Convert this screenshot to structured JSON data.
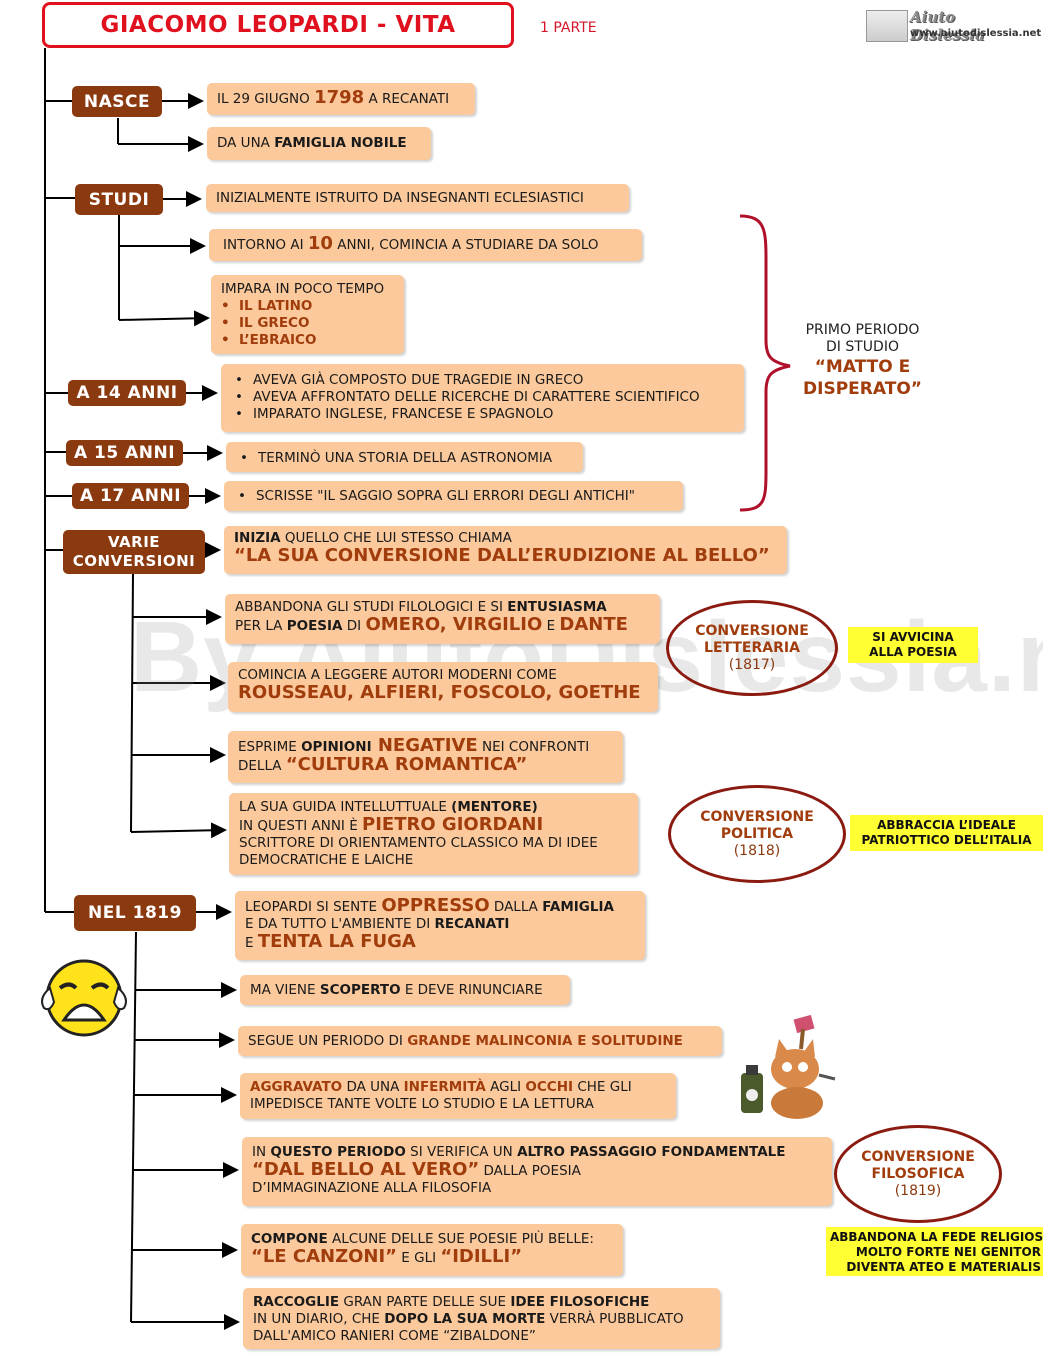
{
  "header": {
    "title": "GIACOMO LEOPARDI - VITA",
    "part": "1 PARTE"
  },
  "logo": {
    "name": "Aiuto Dislessia",
    "url": "www.aiutodislessia.net"
  },
  "watermark": "By AiutoDislessia.net",
  "categories": {
    "nasce": "NASCE",
    "studi": "STUDI",
    "a14": "A 14 ANNI",
    "a15": "A 15 ANNI",
    "a17": "A 17 ANNI",
    "varie1": "VARIE",
    "varie2": "CONVERSIONI",
    "nel1819": "NEL 1819"
  },
  "nasce": {
    "date_pre": "IL 29 GIUGNO ",
    "date_year": "1798",
    "date_post": " A RECANATI",
    "fam_pre": "DA UNA ",
    "fam_bold": "FAMIGLIA NOBILE"
  },
  "studi": {
    "s1": "INIZIALMENTE ISTRUITO DA INSEGNANTI ECLESIASTICI",
    "s2_pre": "INTORNO AI ",
    "s2_num": "10",
    "s2_post": " ANNI,  COMINCIA A STUDIARE DA SOLO",
    "s3_head": "IMPARA IN POCO TEMPO",
    "s3_items": [
      "IL LATINO",
      "IL GRECO",
      "L’EBRAICO"
    ]
  },
  "a14_items": [
    "AVEVA GIÀ COMPOSTO DUE TRAGEDIE IN GRECO",
    "AVEVA AFFRONTATO DELLE RICERCHE DI CARATTERE SCIENTIFICO",
    "IMPARATO INGLESE, FRANCESE E SPAGNOLO"
  ],
  "a15_item": "TERMINÒ UNA STORIA DELLA ASTRONOMIA",
  "a17_item": "SCRISSE  \"IL SAGGIO SOPRA GLI ERRORI DEGLI ANTICHI\"",
  "primo_periodo": {
    "l1": "PRIMO PERIODO",
    "l2": "DI STUDIO",
    "l3": "“MATTO E",
    "l4": "DISPERATO”"
  },
  "conversioni": {
    "inizia_b": "INIZIA",
    "inizia_t": " QUELLO CHE LUI STESSO CHIAMA",
    "inizia_big": "“LA SUA CONVERSIONE DALL’ERUDIZIONE AL BELLO”",
    "abb_1": "ABBANDONA GLI STUDI FILOLOGICI E SI ",
    "abb_1b": "ENTUSIASMA",
    "abb_2": "PER LA ",
    "abb_2b": "POESIA",
    "abb_2c": " DI ",
    "abb_2big": "OMERO, VIRGILIO",
    "abb_2d": " E ",
    "abb_2big2": "DANTE",
    "com_1": "COMINCIA A LEGGERE AUTORI MODERNI COME",
    "com_big": "ROUSSEAU, ALFIERI, FOSCOLO, GOETHE",
    "esp_1": "ESPRIME ",
    "esp_1b": "OPINIONI",
    "esp_1big": " NEGATIVE",
    "esp_1c": " NEI CONFRONTI",
    "esp_2": "DELLA ",
    "esp_2big": "“CULTURA ROMANTICA”",
    "gui_1": "LA SUA GUIDA INTELLUTTUALE ",
    "gui_1b": "(MENTORE)",
    "gui_2": "IN QUESTI ANNI È ",
    "gui_2big": "PIETRO GIORDANI",
    "gui_3": "SCRITTORE DI ORIENTAMENTO CLASSICO MA DI IDEE",
    "gui_4": "DEMOCRATICHE E LAICHE"
  },
  "ovals": {
    "letteraria": {
      "l1": "CONVERSIONE",
      "l2": "LETTERARIA",
      "year": "(1817)"
    },
    "politica": {
      "l1": "CONVERSIONE",
      "l2": "POLITICA",
      "year": "(1818)"
    },
    "filosofica": {
      "l1": "CONVERSIONE",
      "l2": "FILOSOFICA",
      "year": "(1819)"
    }
  },
  "notes": {
    "poesia_1": "SI AVVICINA",
    "poesia_2": "ALLA POESIA",
    "ideale_1": "ABBRACCIA L’IDEALE",
    "ideale_2": "PATRIOTTICO DELL’ITALIA",
    "fede_1": "ABBANDONA LA FEDE RELIGIOS",
    "fede_2": "MOLTO FORTE NEI GENITOR",
    "fede_3": "DIVENTA ATEO E MATERIALIS"
  },
  "y1819": {
    "opp_1": "LEOPARDI SI SENTE ",
    "opp_1big": "OPPRESSO",
    "opp_1b": " DALLA ",
    "opp_1c": "FAMIGLIA",
    "opp_2": "E DA TUTTO L'AMBIENTE DI ",
    "opp_2b": "RECANATI",
    "opp_3": "E ",
    "opp_3big": "TENTA LA FUGA",
    "sco_1": "MA VIENE ",
    "sco_1b": "SCOPERTO",
    "sco_1c": " E DEVE RINUNCIARE",
    "mal_1": "SEGUE UN PERIODO DI ",
    "mal_1b": "GRANDE MALINCONIA E SOLITUDINE",
    "agg_1b": "AGGRAVATO",
    "agg_1": " DA UNA ",
    "agg_1c": "INFERMITÀ",
    "agg_1d": " AGLI ",
    "agg_1e": "OCCHI",
    "agg_1f": " CHE GLI",
    "agg_2": "IMPEDISCE TANTE VOLTE LO STUDIO E LA LETTURA",
    "pas_1": "IN ",
    "pas_1b": "QUESTO PERIODO",
    "pas_1c": " SI VERIFICA UN ",
    "pas_1d": "ALTRO PASSAGGIO FONDAMENTALE",
    "pas_2big": "“DAL BELLO AL VERO”",
    "pas_2": " DALLA POESIA",
    "pas_3": "D’IMMAGINAZIONE ALLA FILOSOFIA",
    "can_1b": "COMPONE",
    "can_1": " ALCUNE DELLE SUE POESIE PIÙ BELLE:",
    "can_2big": "“LE CANZONI”",
    "can_2": " E GLI ",
    "can_2big2": "“IDILLI”",
    "rac_1b": "RACCOGLIE",
    "rac_1": " GRAN PARTE DELLE SUE ",
    "rac_1c": "IDEE FILOSOFICHE",
    "rac_2": "IN UN DIARIO, CHE ",
    "rac_2b": "DOPO LA SUA MORTE",
    "rac_2c": " VERRÀ PUBBLICATO",
    "rac_3": "DALL'AMICO RANIERI COME “ZIBALDONE”"
  },
  "colors": {
    "accent": "#e0101e",
    "category": "#8b3a10",
    "box": "#fbc99b",
    "highlight": "#ffff33",
    "emphasis": "#a13c0c"
  }
}
